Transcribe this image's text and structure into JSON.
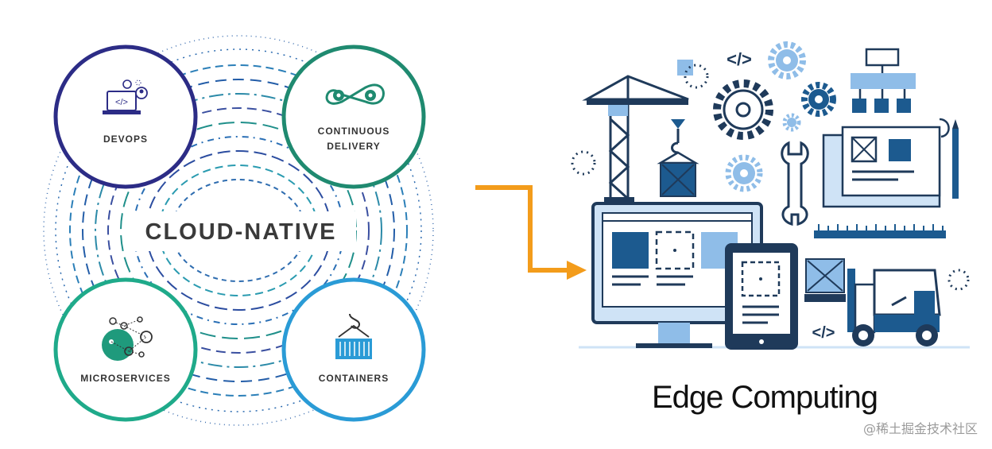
{
  "cloud_native": {
    "title": "CLOUD-NATIVE",
    "nodes": {
      "devops": {
        "label": "DEVOPS",
        "color": "#2c2c86"
      },
      "continuous_delivery": {
        "label_line1": "CONTINUOUS",
        "label_line2": "DELIVERY",
        "color": "#1f8a70"
      },
      "microservices": {
        "label": "MICROSERVICES",
        "color": "#1faa8a"
      },
      "containers": {
        "label": "CONTAINERS",
        "color": "#2a9bd6"
      }
    }
  },
  "arrow": {
    "color": "#f39c1b"
  },
  "edge_computing": {
    "caption": "Edge Computing",
    "colors": {
      "dark": "#1f3a5a",
      "blue": "#1c5a8f",
      "light": "#8fbde8",
      "pale": "#cfe3f6"
    }
  },
  "watermark": "@稀土掘金技术社区"
}
